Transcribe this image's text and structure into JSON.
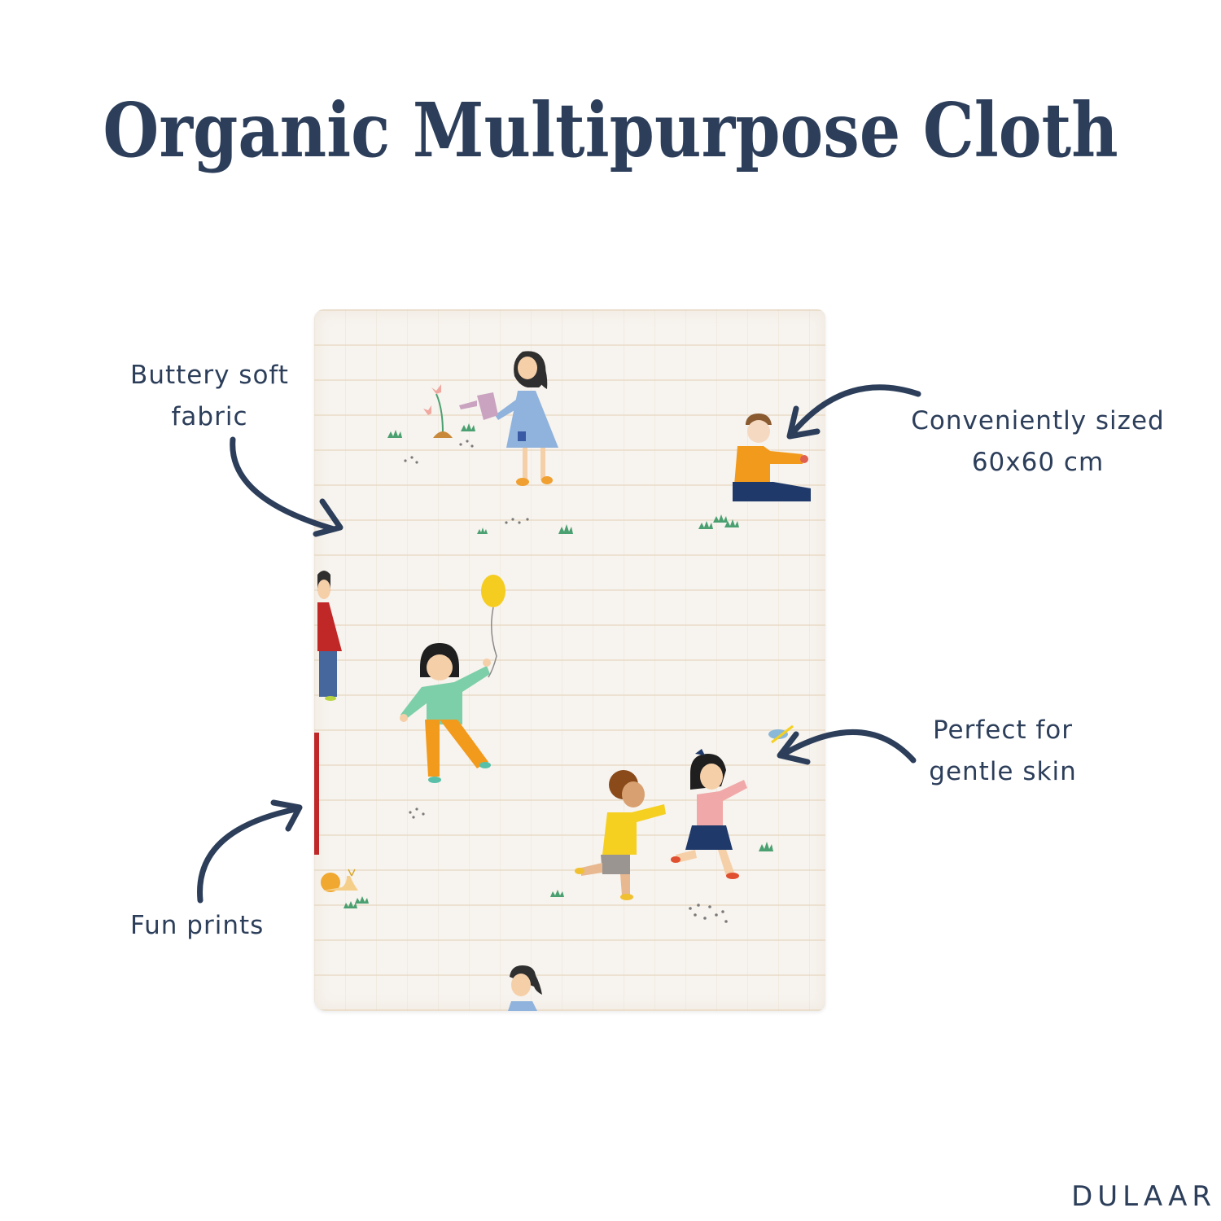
{
  "title": "Organic Multipurpose Cloth",
  "brand": "DULAAR",
  "colors": {
    "text": "#2c3e5a",
    "cloth": "#f7f3ee",
    "background": "#ffffff"
  },
  "callouts": [
    {
      "id": "fabric",
      "lines": [
        "Buttery soft",
        "fabric"
      ],
      "arrow": "curved-arrow-down-right"
    },
    {
      "id": "size",
      "lines": [
        "Conveniently sized",
        "60x60 cm"
      ],
      "arrow": "curved-arrow-left"
    },
    {
      "id": "skin",
      "lines": [
        "Perfect for",
        "gentle skin"
      ],
      "arrow": "curved-arrow-left"
    },
    {
      "id": "prints",
      "lines": [
        "Fun prints"
      ],
      "arrow": "curved-arrow-up-right"
    }
  ],
  "product": {
    "name": "folded muslin cloth",
    "print": "children playing outdoors illustration"
  }
}
